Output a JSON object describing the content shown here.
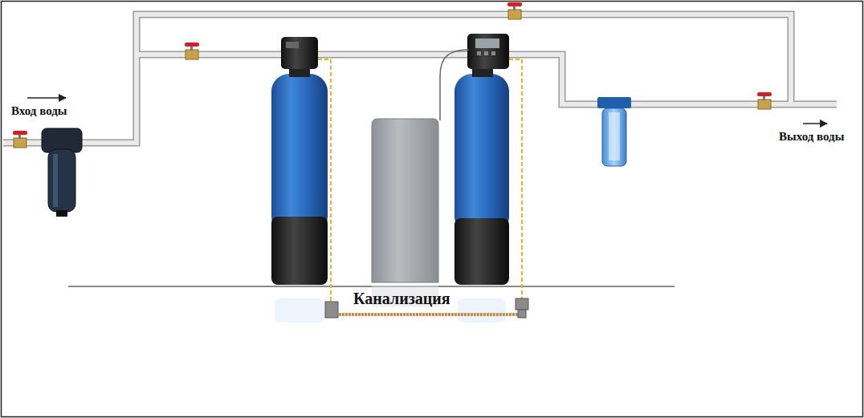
{
  "diagram": {
    "labels": [
      "Вход воды",
      "Канализация",
      "Выход воды"
    ]
  }
}
